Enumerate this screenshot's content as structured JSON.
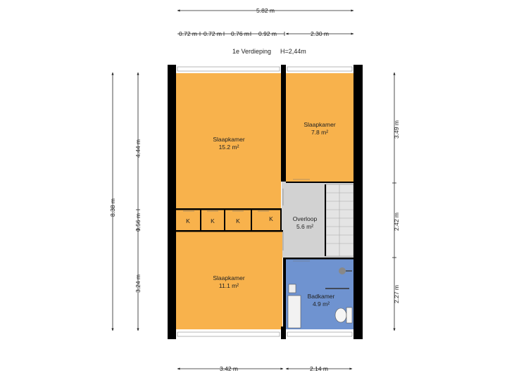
{
  "floor": {
    "name": "1e Verdieping",
    "height": "H=2,44m"
  },
  "dimensions": {
    "total_width": "5.82 m",
    "top_segments": [
      "0.72 m",
      "0.72 m",
      "0.76 m",
      "0.92 m",
      "2.30 m"
    ],
    "bottom_left": "3.42 m",
    "bottom_right": "2.14 m",
    "left_total": "8.38 m",
    "left_segments": [
      "4.44 m",
      "0.56 m",
      "3.24 m"
    ],
    "right_segments": [
      "3.49 m",
      "2.42 m",
      "2.27 m"
    ]
  },
  "rooms": {
    "bedroom_large": {
      "name": "Slaapkamer",
      "area": "15.2 m²"
    },
    "bedroom_right": {
      "name": "Slaapkamer",
      "area": "7.8 m²"
    },
    "landing": {
      "name": "Overloop",
      "area": "5.6 m²"
    },
    "bedroom_bottom": {
      "name": "Slaapkamer",
      "area": "11.1 m²"
    },
    "bathroom": {
      "name": "Badkamer",
      "area": "4.9 m²"
    },
    "closets": [
      "K",
      "K",
      "K",
      "K"
    ]
  },
  "colors": {
    "bedroom": "#f8b24c",
    "landing": "#d2d2d2",
    "bathroom": "#6f93d0",
    "wall": "#000000"
  }
}
